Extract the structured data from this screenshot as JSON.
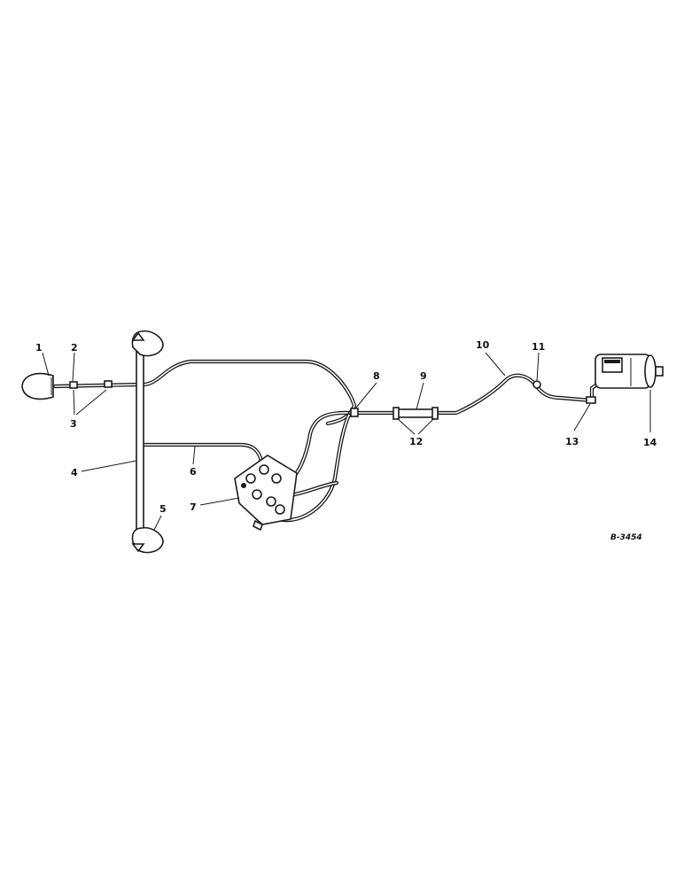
{
  "figure_id": "B-3454",
  "callouts": [
    {
      "id": "1",
      "label": "1"
    },
    {
      "id": "2",
      "label": "2"
    },
    {
      "id": "3",
      "label": "3"
    },
    {
      "id": "4",
      "label": "4"
    },
    {
      "id": "5",
      "label": "5"
    },
    {
      "id": "6",
      "label": "6"
    },
    {
      "id": "7",
      "label": "7"
    },
    {
      "id": "8",
      "label": "8"
    },
    {
      "id": "9",
      "label": "9"
    },
    {
      "id": "10",
      "label": "10"
    },
    {
      "id": "11",
      "label": "11"
    },
    {
      "id": "12",
      "label": "12"
    },
    {
      "id": "13",
      "label": "13"
    },
    {
      "id": "14",
      "label": "14"
    }
  ]
}
